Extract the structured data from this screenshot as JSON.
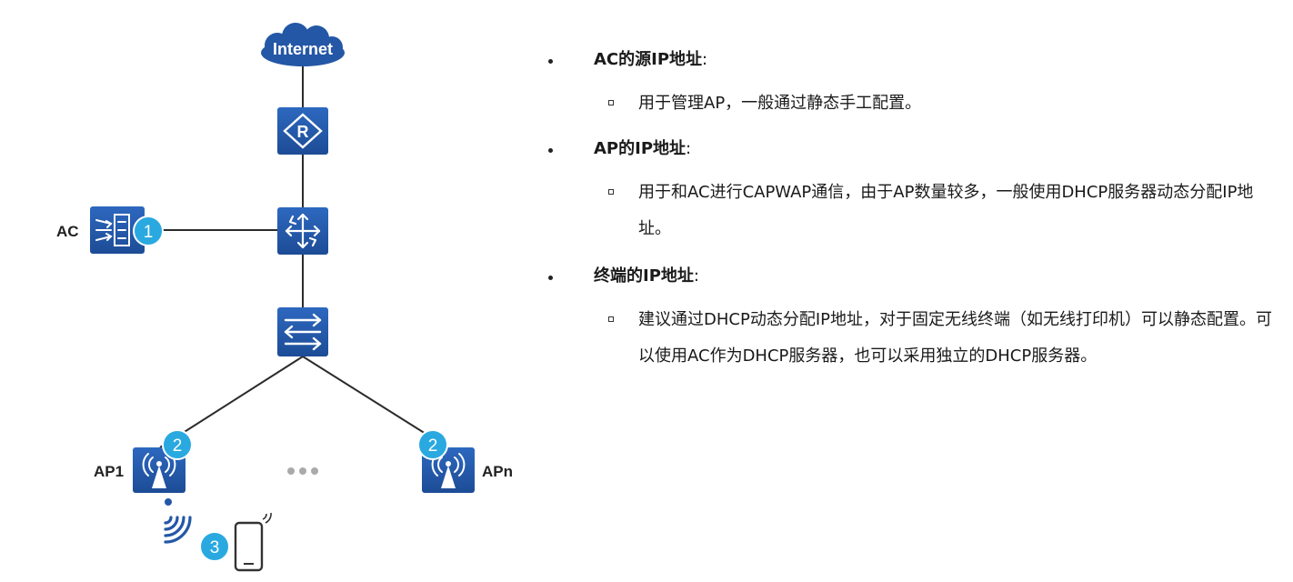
{
  "diagram": {
    "internet_label": "Internet",
    "router_glyph": "R",
    "ac_label": "AC",
    "ap1_label": "AP1",
    "apn_label": "APn",
    "badges": {
      "ac": "1",
      "ap1": "2",
      "apn": "2",
      "terminal": "3"
    },
    "icons": [
      "cloud-icon",
      "router-icon",
      "core-switch-icon",
      "ac-device-icon",
      "access-switch-icon",
      "ap-icon",
      "wifi-signal-icon",
      "phone-icon",
      "ellipsis-icon"
    ],
    "colors": {
      "device": "#2457a6",
      "badge": "#29a9e0",
      "link": "#2b2b2b"
    }
  },
  "notes": {
    "sections": [
      {
        "title": "AC的源IP地址",
        "colon": ":",
        "body": "用于管理AP，一般通过静态手工配置。"
      },
      {
        "title": "AP的IP地址",
        "colon": ":",
        "body": "用于和AC进行CAPWAP通信，由于AP数量较多，一般使用DHCP服务器动态分配IP地址。"
      },
      {
        "title": "终端的IP地址",
        "colon": ":",
        "body": "建议通过DHCP动态分配IP地址，对于固定无线终端（如无线打印机）可以静态配置。可以使用AC作为DHCP服务器，也可以采用独立的DHCP服务器。"
      }
    ]
  }
}
